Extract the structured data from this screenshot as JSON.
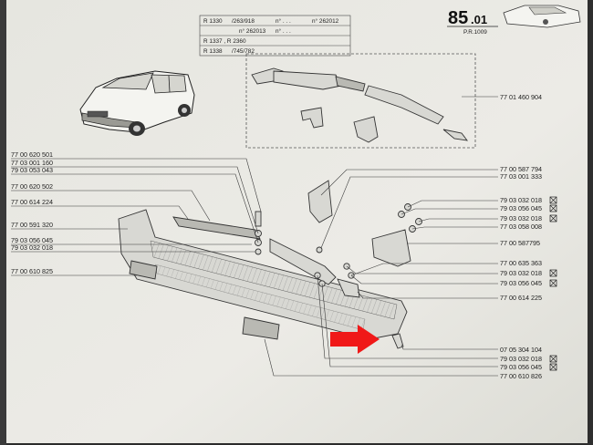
{
  "header": {
    "page_number": "85",
    "page_sub": ".01",
    "pr": "P.R.1009",
    "rows": [
      {
        "model": "R 1330",
        "text_a": "/263/918",
        "text_b": "n° . . .",
        "text_c": "n° 262012"
      },
      {
        "model": "",
        "text_a": "n° 262013",
        "text_b": "n° . . .",
        "text_c": ""
      },
      {
        "model": "R 1337 , R 2360",
        "text_a": "",
        "text_b": "",
        "text_c": ""
      },
      {
        "model": "R 1338",
        "text_a": "/745/782",
        "text_b": "",
        "text_c": ""
      }
    ]
  },
  "left_labels": [
    "77 00 620 501",
    "77 03 001 160",
    "79 03 053 043",
    "77 00 620 502",
    "77 00 614 224",
    "77 00 591 320",
    "79 03 056 045",
    "79 03 032 018",
    "77 00 610 825"
  ],
  "right_labels": [
    {
      "text": "77 01 460 904",
      "x": false
    },
    {
      "text": "77 00 587 794",
      "x": false
    },
    {
      "text": "77 03 001 333",
      "x": false
    },
    {
      "text": "79 03 032 018",
      "x": true
    },
    {
      "text": "79 03 056 045",
      "x": true
    },
    {
      "text": "79 03 032 018",
      "x": true
    },
    {
      "text": "77 03 058 008",
      "x": false
    },
    {
      "text": "77 00 587795",
      "x": false
    },
    {
      "text": "77 00 635 363",
      "x": false
    },
    {
      "text": "79 03 032 018",
      "x": true
    },
    {
      "text": "79 03 056 045",
      "x": true
    },
    {
      "text": "77 00 614 225",
      "x": false
    },
    {
      "text": "07 05 304 104",
      "x": false
    },
    {
      "text": "79 03 032 018",
      "x": true
    },
    {
      "text": "79 03 056 045",
      "x": true
    },
    {
      "text": "77 00 610 826",
      "x": false
    }
  ],
  "colors": {
    "arrow": "#f01818",
    "paper": "#e9e8e2",
    "ink": "#1d1d1d"
  }
}
